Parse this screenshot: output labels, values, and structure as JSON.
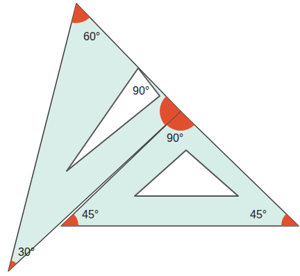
{
  "diagram": {
    "labels": [
      "60°",
      "90°",
      "90°",
      "45°",
      "45°",
      "30°"
    ]
  }
}
